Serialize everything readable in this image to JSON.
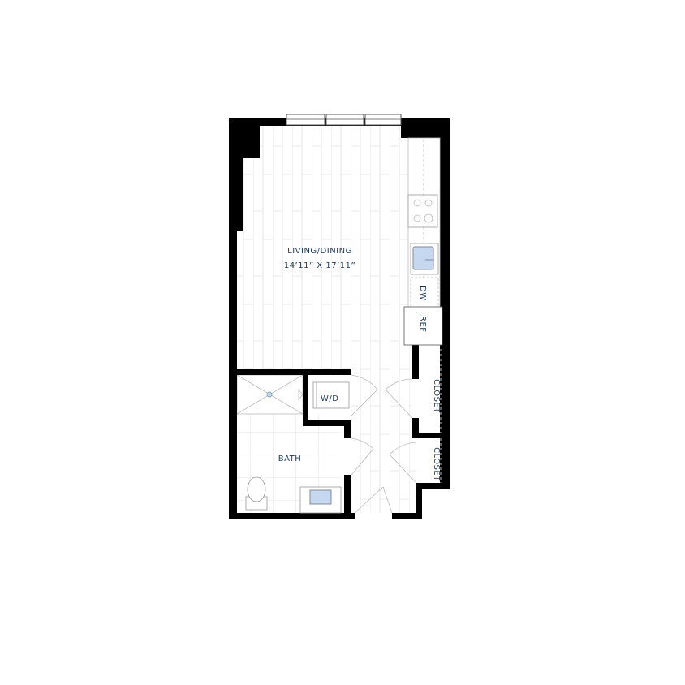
{
  "rooms": {
    "living": {
      "name": "LIVING/DINING",
      "dimensions": "14’11” X 17’11”"
    },
    "bath": {
      "name": "BATH"
    },
    "wd": {
      "name": "W/D"
    },
    "dw": {
      "name": "DW"
    },
    "ref": {
      "name": "REF"
    },
    "closet1": {
      "name": "CLOSET"
    },
    "closet2": {
      "name": "CLOSET"
    }
  },
  "colors": {
    "wall": "#000000",
    "label": "#1f3a5a",
    "fixture_fill": "#c5d8ef",
    "plank_line": "#dddddd"
  }
}
